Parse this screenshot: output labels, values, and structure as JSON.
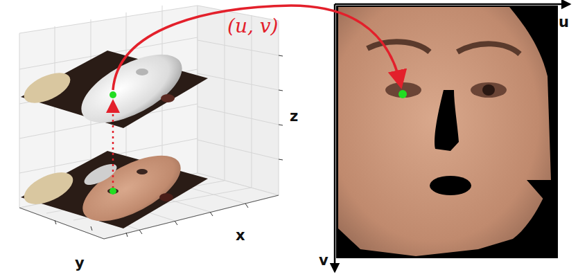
{
  "diagram": {
    "labels": [
      "(u, v)",
      "z",
      "x",
      "y",
      "u",
      "v"
    ]
  }
}
